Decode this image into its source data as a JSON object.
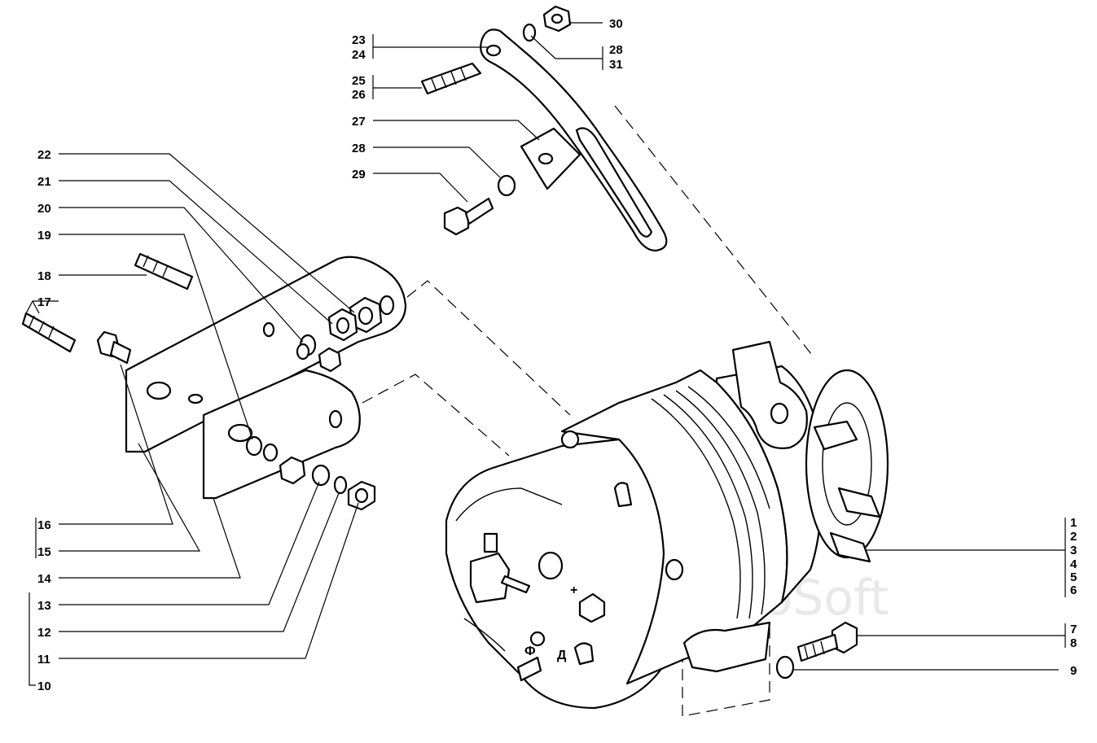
{
  "callouts": {
    "c30": "30",
    "c23": "23",
    "c24": "24",
    "c28a": "28",
    "c31": "31",
    "c25": "25",
    "c26": "26",
    "c27": "27",
    "c28b": "28",
    "c29": "29",
    "c22": "22",
    "c21": "21",
    "c20": "20",
    "c19": "19",
    "c18": "18",
    "c17": "17",
    "c16": "16",
    "c15": "15",
    "c14": "14",
    "c13": "13",
    "c12": "12",
    "c11": "11",
    "c10": "10",
    "c1": "1",
    "c2": "2",
    "c3": "3",
    "c4": "4",
    "c5": "5",
    "c6": "6",
    "c7": "7",
    "c8": "8",
    "c9": "9"
  },
  "markings": {
    "plus": "+",
    "phi": "Ф",
    "de": "Д"
  },
  "watermark": "AvtoSoft"
}
